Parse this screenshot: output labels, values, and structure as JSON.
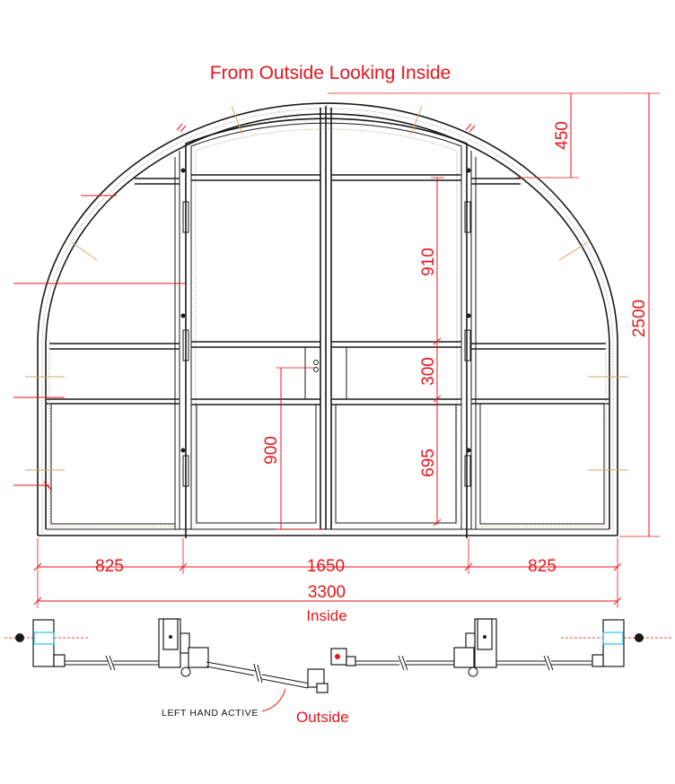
{
  "title": "From Outside Looking Inside",
  "dimensions": {
    "side_left_width": "825",
    "center_width": "1650",
    "side_right_width": "825",
    "overall_width": "3300",
    "overall_height": "2500",
    "arch_rise": "450",
    "upper_glass": "910",
    "mid_panel": "300",
    "lower_glass": "695",
    "handle_height": "900"
  },
  "plan_view": {
    "inside_label": "Inside",
    "outside_label": "Outside",
    "note": "LEFT HAND ACTIVE"
  },
  "colors": {
    "annotation": "#e8141c",
    "frame": "#1a1a1a",
    "bead": "#c8b6a0",
    "accent_cyan": "#27c6e0"
  }
}
